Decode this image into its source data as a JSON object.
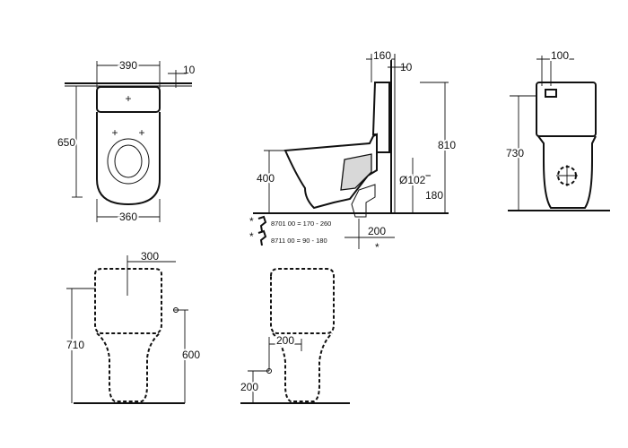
{
  "top_view": {
    "dim_width": "390",
    "dim_edge": "10",
    "dim_length": "650",
    "dim_base": "360"
  },
  "side_view": {
    "dim_depth": "160",
    "dim_wall": "10",
    "dim_height": "810",
    "dim_seat": "400",
    "dim_outlet_dia": "Ø102",
    "dim_outlet_height": "180",
    "dim_outlet_dist": "200",
    "footnote": "*",
    "trap_1": {
      "marker": "*",
      "text": "8701 00  = 170 -  260"
    },
    "trap_2": {
      "marker": "*",
      "text": "8711 00  =  90 -  180"
    }
  },
  "back_view": {
    "dim_width": "100",
    "dim_height": "730"
  },
  "front_view_left": {
    "dim_offset": "300",
    "dim_height": "710",
    "dim_inlet": "600"
  },
  "front_view_right": {
    "dim_offset": "200",
    "dim_height": "200"
  }
}
